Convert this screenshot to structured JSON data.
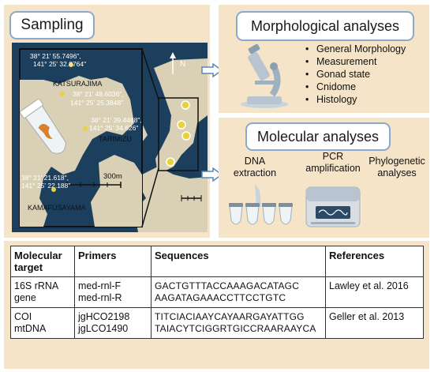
{
  "sampling": {
    "title": "Sampling",
    "north_label": "N",
    "scale_label": "300m",
    "sites": [
      {
        "name": "",
        "coord1": "38° 21' 55.7496\",",
        "coord2": "141° 25' 32.8764\""
      },
      {
        "name": "KATSURAJIMA",
        "coord1": "38° 21' 48.6036\",",
        "coord2": "141° 25' 25.3848\""
      },
      {
        "name": "TARIMIZU",
        "coord1": "38° 21' 39.4488\",",
        "coord2": "141° 25' 34.626\""
      },
      {
        "name": "KAMAFUSAYAMA",
        "coord1": "38° 21' 21.618\",",
        "coord2": "141° 25' 22.188\""
      }
    ],
    "colors": {
      "sea": "#1d3f5e",
      "land": "#d9d0b5",
      "site": "#e8d23a",
      "panel": "#f5e4c8"
    }
  },
  "morphological": {
    "title": "Morphological analyses",
    "items": [
      "General Morphology",
      "Measurement",
      "Gonad state",
      "Cnidome",
      "Histology"
    ]
  },
  "molecular": {
    "title": "Molecular analyses",
    "steps": [
      {
        "line1": "DNA",
        "line2": "extraction"
      },
      {
        "line1": "PCR",
        "line2": "amplification"
      },
      {
        "line1": "Phylogenetic",
        "line2": "analyses"
      }
    ]
  },
  "table": {
    "headers": [
      "Molecular target",
      "Primers",
      "Sequences",
      "References"
    ],
    "rows": [
      {
        "target1": "16S rRNA",
        "target2": "gene",
        "primer1": "med-rnl-F",
        "primer2": "med-rnl-R",
        "seq1": "GACTGTTTACCAAAGACATAGC",
        "seq2": "AAGATAGAAACCTTCCTGTC",
        "ref": "Lawley et al. 2016"
      },
      {
        "target1": "COI",
        "target2": "mtDNA",
        "primer1": "jgHCO2198",
        "primer2": "jgLCO1490",
        "seq1": "TITCIACIAAYCAYAARGAYATTGG",
        "seq2": "TAIACYTCIGGRTGICCRAARAAYCA",
        "ref": "Geller et al. 2013"
      }
    ]
  }
}
